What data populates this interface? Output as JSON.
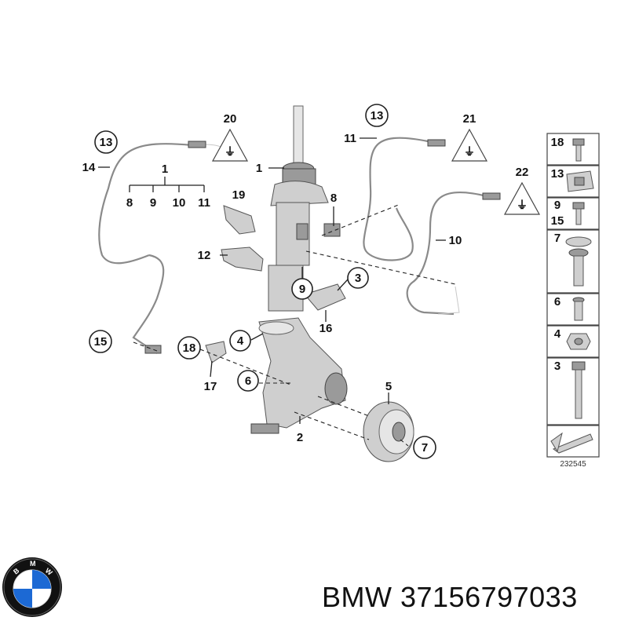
{
  "diagram": {
    "callouts": {
      "c1": "1",
      "c1b": "1",
      "c2": "2",
      "c3": "3",
      "c4": "4",
      "c5": "5",
      "c6": "6",
      "c7": "7",
      "c8a": "8",
      "c8b": "8",
      "c9a": "9",
      "c9b": "9",
      "c10a": "10",
      "c10b": "10",
      "c11a": "11",
      "c11b": "11",
      "c12": "12",
      "c13a": "13",
      "c13b": "13",
      "c14": "14",
      "c15": "15",
      "c16": "16",
      "c17": "17",
      "c18": "18",
      "c19": "19",
      "c20": "20",
      "c21": "21",
      "c22": "22"
    },
    "sidebar": [
      "18",
      "13",
      "9",
      "15",
      "7",
      "6",
      "4",
      "3"
    ],
    "diagram_number": "232545"
  },
  "footer": {
    "brand": "BMW",
    "part_number": "37156797033",
    "text": "BMW 37156797033"
  },
  "colors": {
    "logo_blue": "#1c69d4",
    "logo_ring": "#111111"
  }
}
